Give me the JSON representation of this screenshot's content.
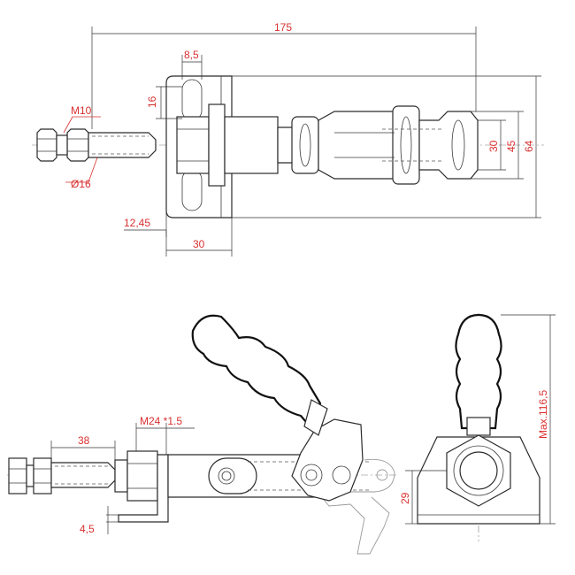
{
  "top_view": {
    "labels": {
      "overall_length": "175",
      "slot_width": "8,5",
      "slot_height": "16",
      "thread": "M10",
      "plunger_diameter": "Ø16",
      "offset": "12,45",
      "base_width": "30",
      "link_width": "30",
      "bracket_width": "45",
      "overall_height": "64"
    }
  },
  "side_view": {
    "labels": {
      "plunger_length": "38",
      "nut_thread": "M24 *1.5",
      "base_thickness": "4,5"
    }
  },
  "end_view": {
    "labels": {
      "max_height": "Max.116,5",
      "base_height": "29"
    }
  }
}
